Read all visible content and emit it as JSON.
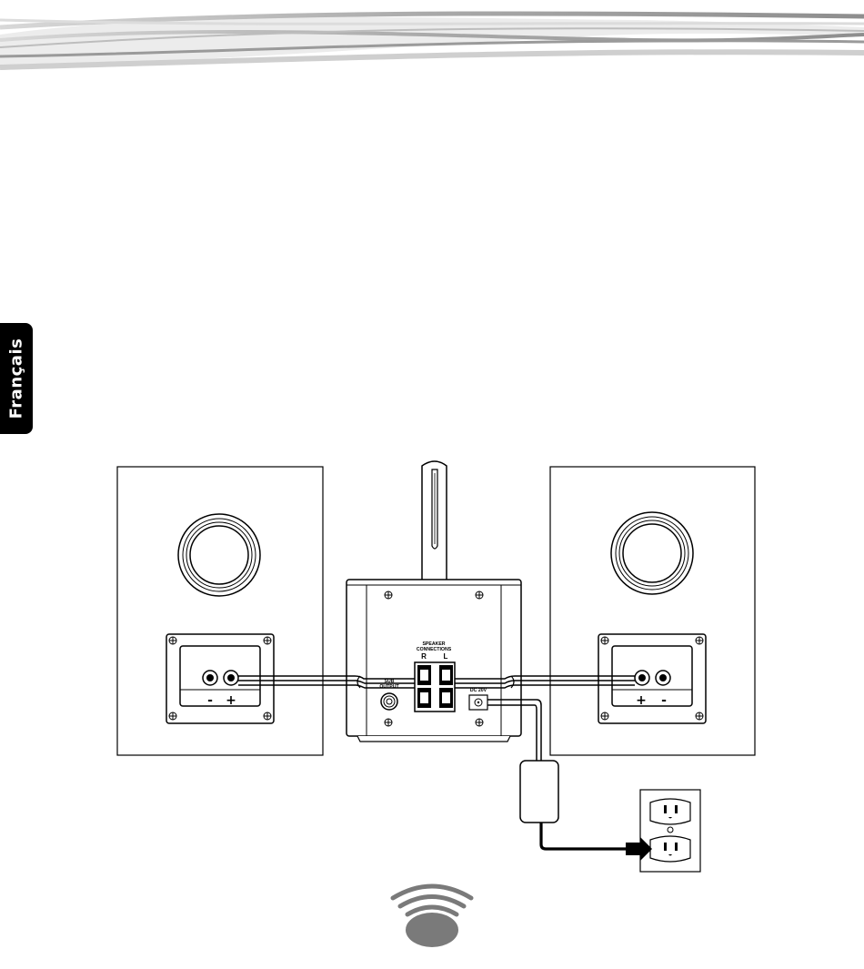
{
  "page": {
    "language_tab": "Français"
  },
  "diagram": {
    "left_speaker": {
      "terminal_minus": "-",
      "terminal_plus": "+"
    },
    "right_speaker": {
      "terminal_plus": "+",
      "terminal_minus": "-"
    },
    "main_unit": {
      "speaker_connections_line1": "SPEAKER",
      "speaker_connections_line2": "CONNECTIONS",
      "right_label": "R",
      "left_label": "L",
      "sub_output_line1": "SUB",
      "sub_output_line2": "OUTPUT",
      "dc_label": "DC 20V"
    }
  },
  "colors": {
    "tab_background": "#000000",
    "tab_text": "#ffffff",
    "line_art": "#000000",
    "logo_fill": "#7a7a7a",
    "swoosh": "#b8b8b8"
  },
  "icons": {
    "footer_logo": "wireless-signal-logo-icon",
    "header": "swoosh-banner-icon",
    "outlet": "power-outlet-icon"
  }
}
